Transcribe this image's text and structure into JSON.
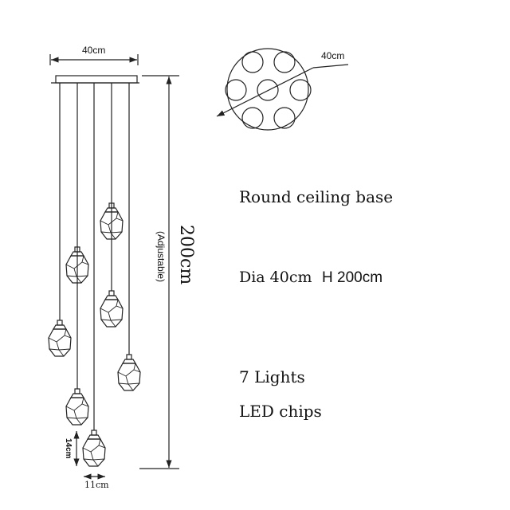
{
  "dimensions": {
    "base_width": "40cm",
    "base_diameter": "40cm",
    "height": "200cm",
    "adjustable": "(Adjustable)",
    "pendant_height": "14cm",
    "pendant_width": "11cm"
  },
  "specs": {
    "base": "Round ceiling base",
    "size_prefix": "Dia 40cm",
    "size_suffix": "H 200cm",
    "lights": "7 Lights",
    "chips": "LED chips"
  }
}
